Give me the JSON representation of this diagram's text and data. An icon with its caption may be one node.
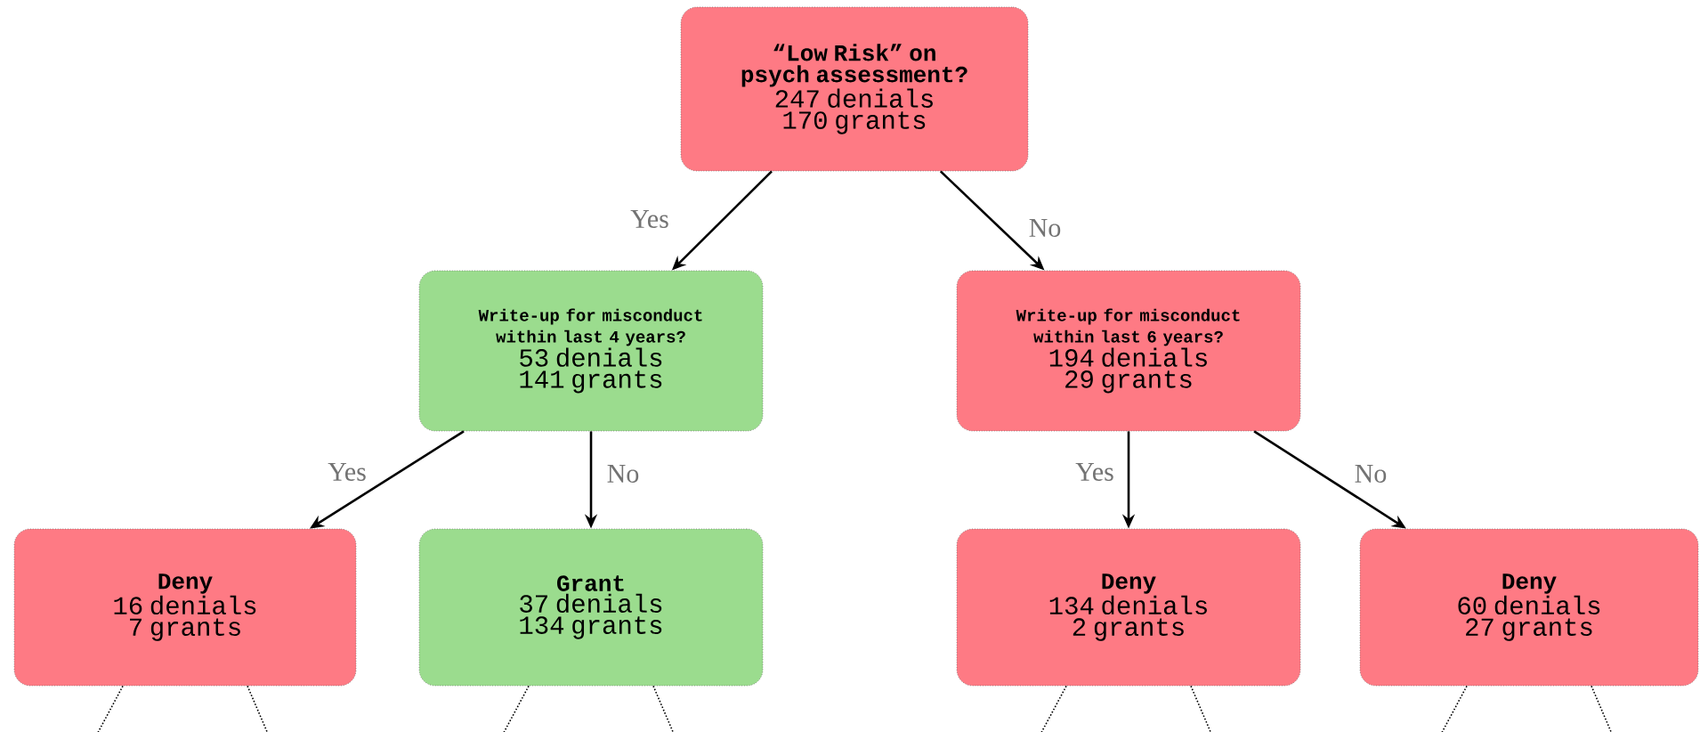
{
  "diagram": {
    "nodes": [
      {
        "text": [
          "“Low Risk” on psych assessment?",
          "247 denials",
          "170 grants"
        ]
      },
      {
        "text": [
          "Write-up for misconduct within last 4 years?",
          "53 denials",
          "141 grants"
        ]
      },
      {
        "text": [
          "Write-up for misconduct within last 6 years?",
          "194 denials",
          "29 grants"
        ]
      },
      {
        "text": [
          "Deny",
          "16 denials",
          "7 grants"
        ]
      },
      {
        "text": [
          "Grant",
          "37 denials",
          "134 grants"
        ]
      },
      {
        "text": [
          "Deny",
          "134 denials",
          "2 grants"
        ]
      },
      {
        "text": [
          "Deny",
          "60 denials",
          "27 grants"
        ]
      }
    ],
    "edges": [
      {
        "from": 0,
        "to": 1,
        "arrow": "to",
        "label": "Yes"
      },
      {
        "from": 0,
        "to": 2,
        "arrow": "to",
        "label": "No"
      },
      {
        "from": 1,
        "to": 3,
        "arrow": "to",
        "label": "Yes"
      },
      {
        "from": 1,
        "to": 4,
        "arrow": "to",
        "label": "No"
      },
      {
        "from": 2,
        "to": 5,
        "arrow": "to",
        "label": "Yes"
      },
      {
        "from": 2,
        "to": 6,
        "arrow": "to",
        "label": "No"
      },
      {
        "from": 3,
        "to": null,
        "arrow": "none",
        "style": "dashed"
      },
      {
        "from": 3,
        "to": null,
        "arrow": "none",
        "style": "dashed"
      },
      {
        "from": 4,
        "to": null,
        "arrow": "none",
        "style": "dashed"
      },
      {
        "from": 4,
        "to": null,
        "arrow": "none",
        "style": "dashed"
      },
      {
        "from": 5,
        "to": null,
        "arrow": "none",
        "style": "dashed"
      },
      {
        "from": 5,
        "to": null,
        "arrow": "none",
        "style": "dashed"
      },
      {
        "from": 6,
        "to": null,
        "arrow": "none",
        "style": "dashed"
      },
      {
        "from": 6,
        "to": null,
        "arrow": "none",
        "style": "dashed"
      }
    ]
  }
}
